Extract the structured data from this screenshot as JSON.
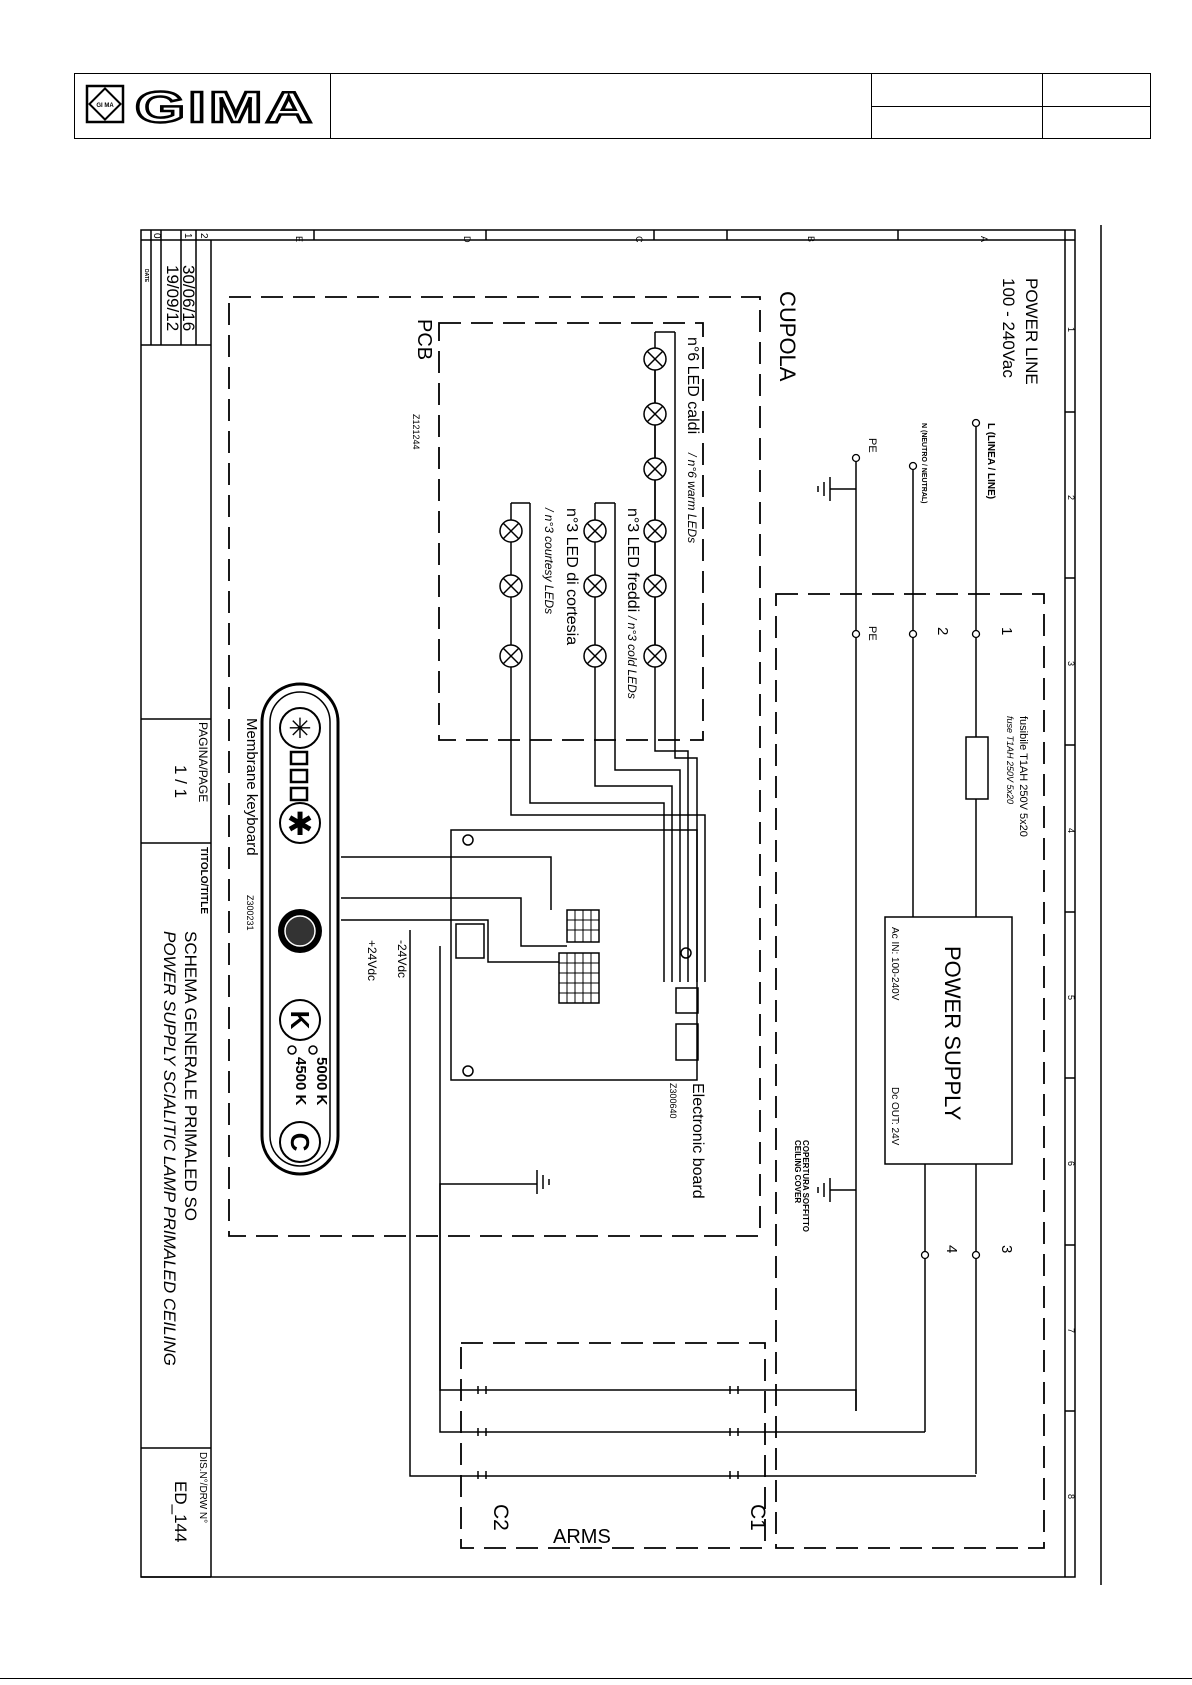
{
  "header": {
    "logo_text": "GIMA",
    "logo_badge": "GI MA"
  },
  "frame": {
    "rev_numbers": [
      "2",
      "1",
      "0"
    ],
    "rev_dates": [
      "30/06/16",
      "19/09/12"
    ],
    "date_label": "DATE",
    "column_letters": [
      "E",
      "D",
      "C",
      "B",
      "A"
    ],
    "row_numbers": [
      "1",
      "2",
      "3",
      "4",
      "5",
      "6",
      "7",
      "8"
    ],
    "page_label": "PAGINA/PAGE",
    "page_value": "1 / 1",
    "title_label": "TITOLO/TITLE",
    "title_line1": "SCHEMA GENERALE PRIMALED SO",
    "title_line2": "POWER SUPPLY SCIALITIC LAMP PRIMALED CEILING",
    "drawing_no_label": "DIS.N°/DRW N°",
    "drawing_no": "ED_144"
  },
  "diagram": {
    "power_line": "POWER LINE",
    "voltage": "100 - 240Vac",
    "line_l": "L (LINEA / LINE)",
    "line_n": "N (NEUTRO / NEUTRAL)",
    "pe": "PE",
    "pe2": "PE",
    "terminal_1": "1",
    "terminal_2": "2",
    "terminal_3": "3",
    "terminal_4": "4",
    "fuse_it": "fusibile T1AH 250V 5x20",
    "fuse_en": "fuse T1AH 250V 5x20",
    "power_supply": "POWER SUPPLY",
    "ac_in": "Ac IN: 100-240V",
    "dc_out": "Dc OUT: 24V",
    "cupola": "CUPOLA",
    "pcb": "PCB",
    "pcb_code": "Z121244",
    "warm_it": "n°6 LED caldi",
    "warm_en": "/ n°6 warm LEDs",
    "cold_it": "n°3 LED freddi",
    "cold_en": "/ n°3 cold LEDs",
    "court_it": "n°3 LED di cortesia",
    "court_en": "/ n°3 courtesy LEDs",
    "electronic_board": "Electronic board",
    "board_code": "Z300640",
    "minus24": "-24Vdc",
    "plus24": "+24Vdc",
    "ceiling_it": "COPERTURA SOFFITTO",
    "ceiling_en": "CEILING COVER",
    "membrane": "Membrane keyboard",
    "membrane_code": "Z300231",
    "k5000": "5000 K",
    "k4500": "4500 K",
    "key_k": "K",
    "key_c": "C",
    "c1": "C1",
    "c2": "C2",
    "arms": "ARMS"
  }
}
